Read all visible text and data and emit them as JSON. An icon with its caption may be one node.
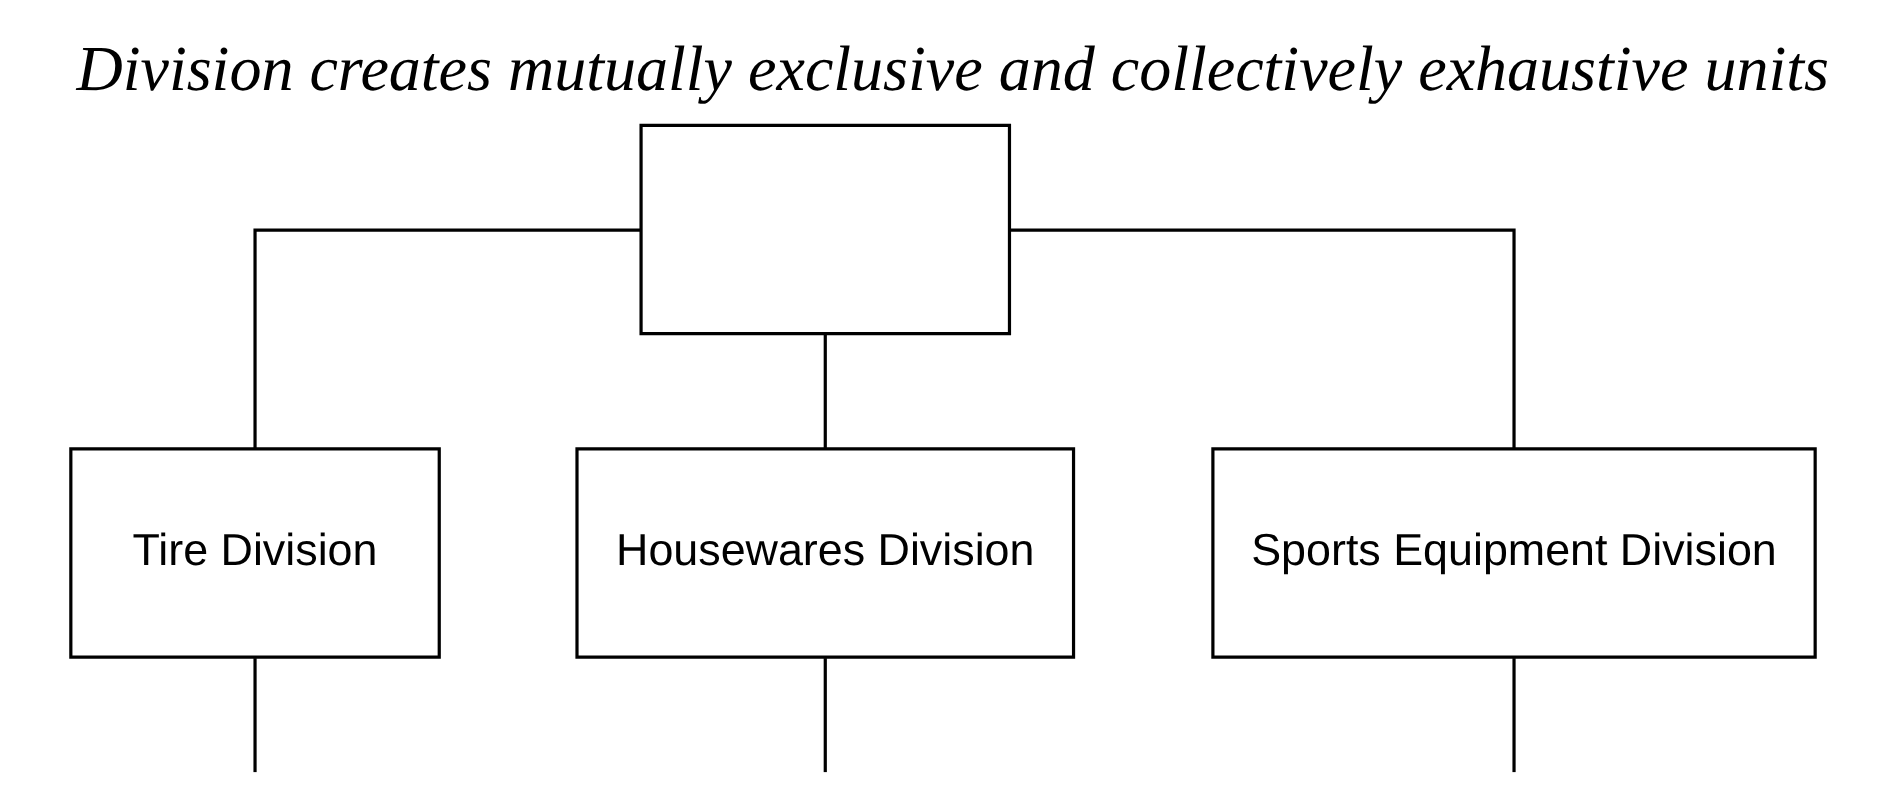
{
  "diagram": {
    "title": "Division creates mutually exclusive and collectively exhaustive units",
    "nodes": [
      {
        "text": [],
        "shape": "box"
      },
      {
        "text": [
          "Tire Division"
        ]
      },
      {
        "text": [
          "Housewares Division"
        ]
      },
      {
        "text": [
          "Sports Equipment Division"
        ]
      }
    ],
    "edges": [
      {
        "from": 0,
        "to": 1,
        "arrow": "none"
      },
      {
        "from": 0,
        "to": 2,
        "arrow": "none"
      },
      {
        "from": 0,
        "to": 3,
        "arrow": "none"
      },
      {
        "from": 1,
        "to": null,
        "arrow": "none"
      },
      {
        "from": 2,
        "to": null,
        "arrow": "none"
      },
      {
        "from": 3,
        "to": null,
        "arrow": "none"
      }
    ]
  }
}
